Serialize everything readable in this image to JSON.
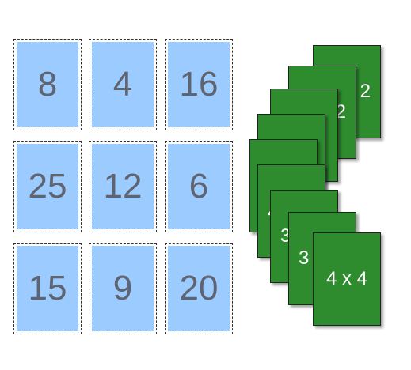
{
  "grid": {
    "rows": [
      [
        "8",
        "4",
        "16"
      ],
      [
        "25",
        "12",
        "6"
      ],
      [
        "15",
        "9",
        "20"
      ]
    ]
  },
  "stack": {
    "cards": [
      "2",
      "2",
      "",
      "",
      "",
      "4",
      "3",
      "3",
      "4 x 4"
    ]
  }
}
